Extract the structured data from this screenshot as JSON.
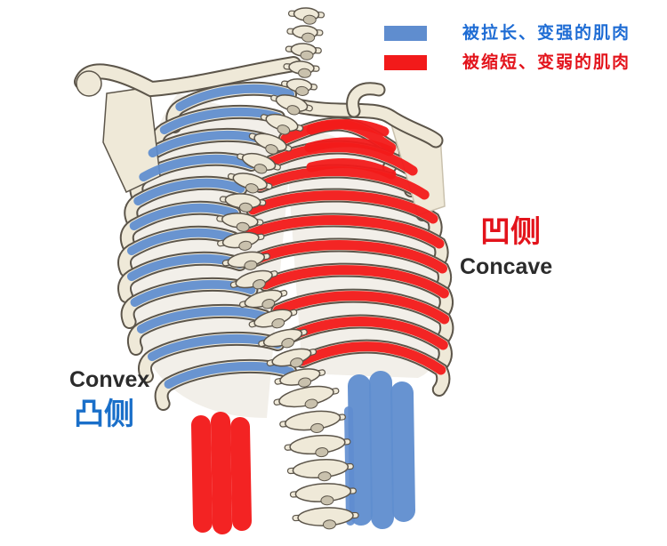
{
  "legend": {
    "items": [
      {
        "label": "被拉长、变强的肌肉",
        "swatch_color": "#5f8dcf",
        "text_color": "#1e6cd4"
      },
      {
        "label": "被缩短、变弱的肌肉",
        "swatch_color": "#f21a1a",
        "text_color": "#e3131b"
      }
    ]
  },
  "labels": {
    "concave": {
      "zh": "凹侧",
      "en": "Concave",
      "zh_color": "#e3131b"
    },
    "convex": {
      "en": "Convex",
      "zh": "凸侧",
      "zh_color": "#1a6fc9"
    }
  },
  "colors": {
    "stretched_muscle": "#5f8dcf",
    "shortened_muscle": "#f21a1a",
    "bone": "#efe9d8",
    "bone_outline": "#5c554a",
    "bone_shadow": "#c9c1ad"
  }
}
